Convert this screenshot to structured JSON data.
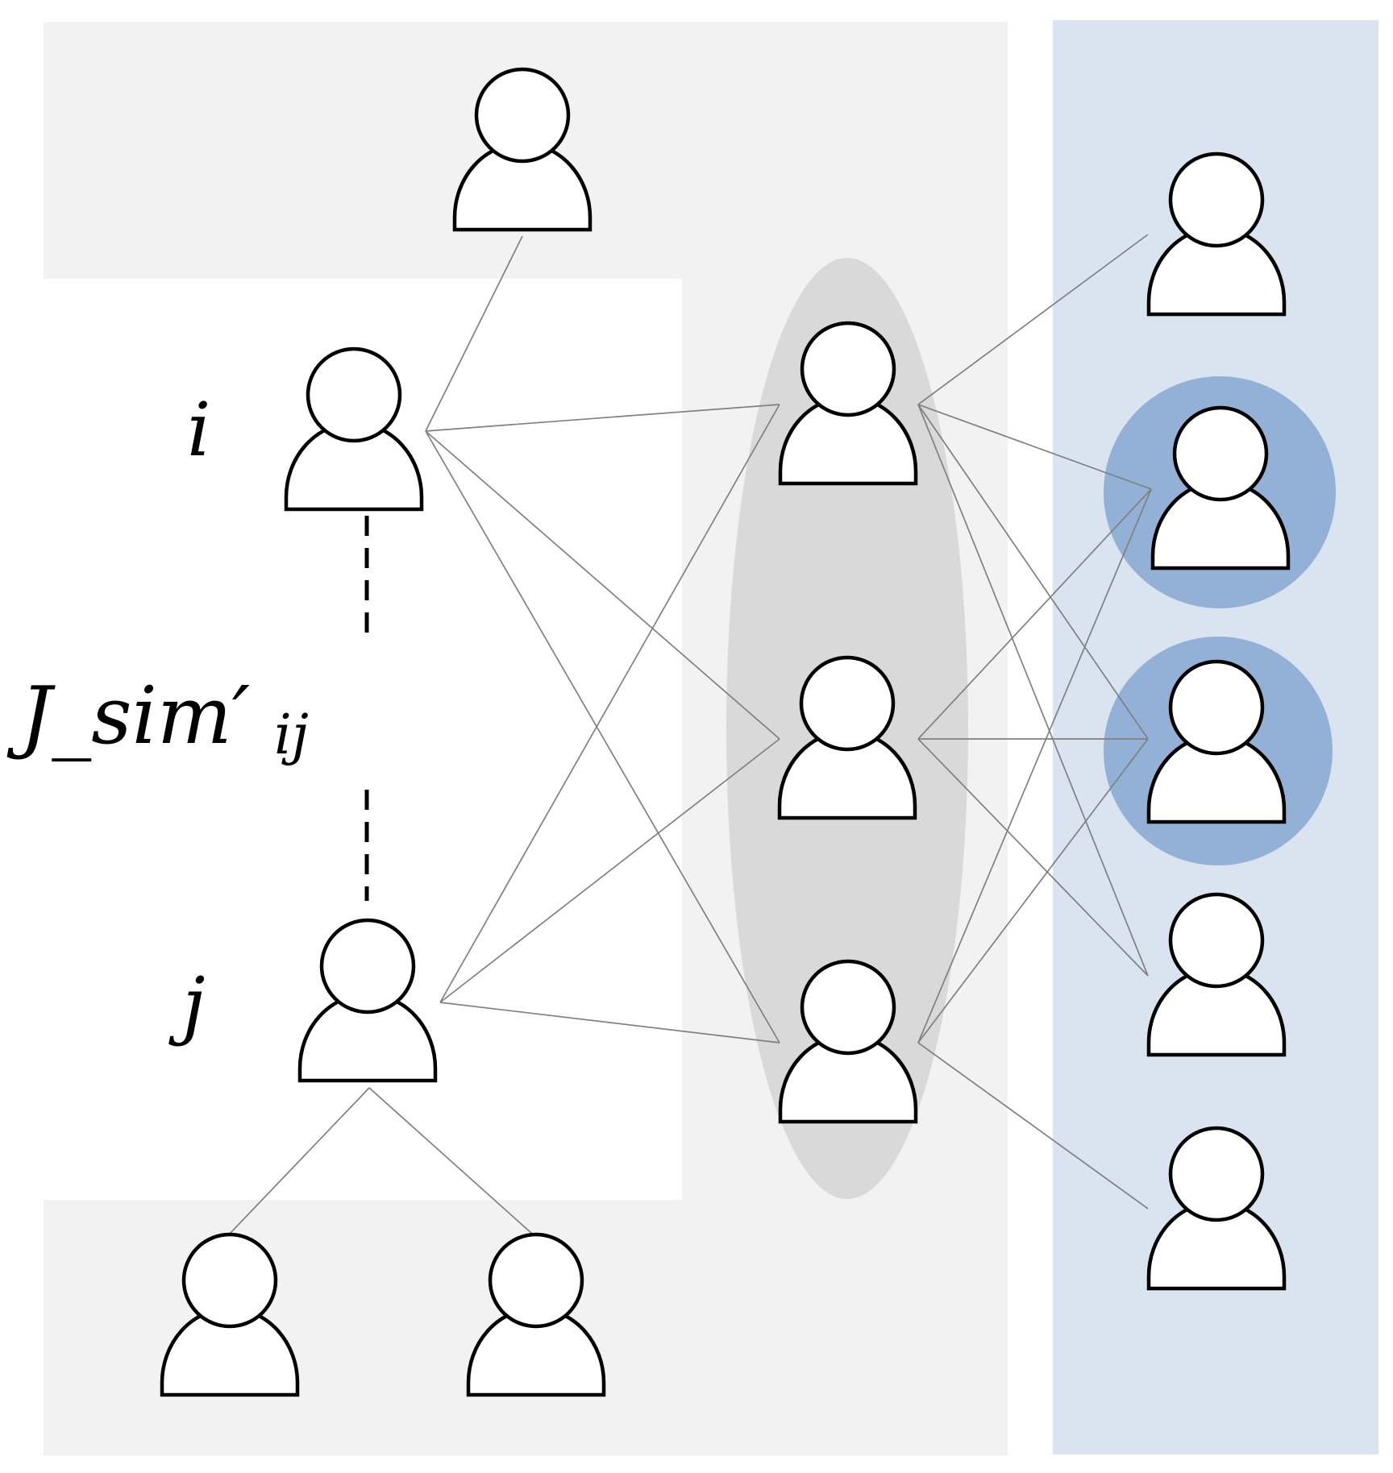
{
  "labels": {
    "i": "i",
    "j": "j",
    "similarity": "J_sim′",
    "similarity_subscript": "ij"
  },
  "colors": {
    "left_region": "#f2f2f2",
    "middle_ellipse": "#d9d9d9",
    "right_region": "#dae3f0",
    "highlight": "#93b1d7",
    "edge": "#808080",
    "person_stroke": "#000000",
    "person_fill": "#ffffff"
  },
  "icons": {
    "person": "user-icon"
  }
}
